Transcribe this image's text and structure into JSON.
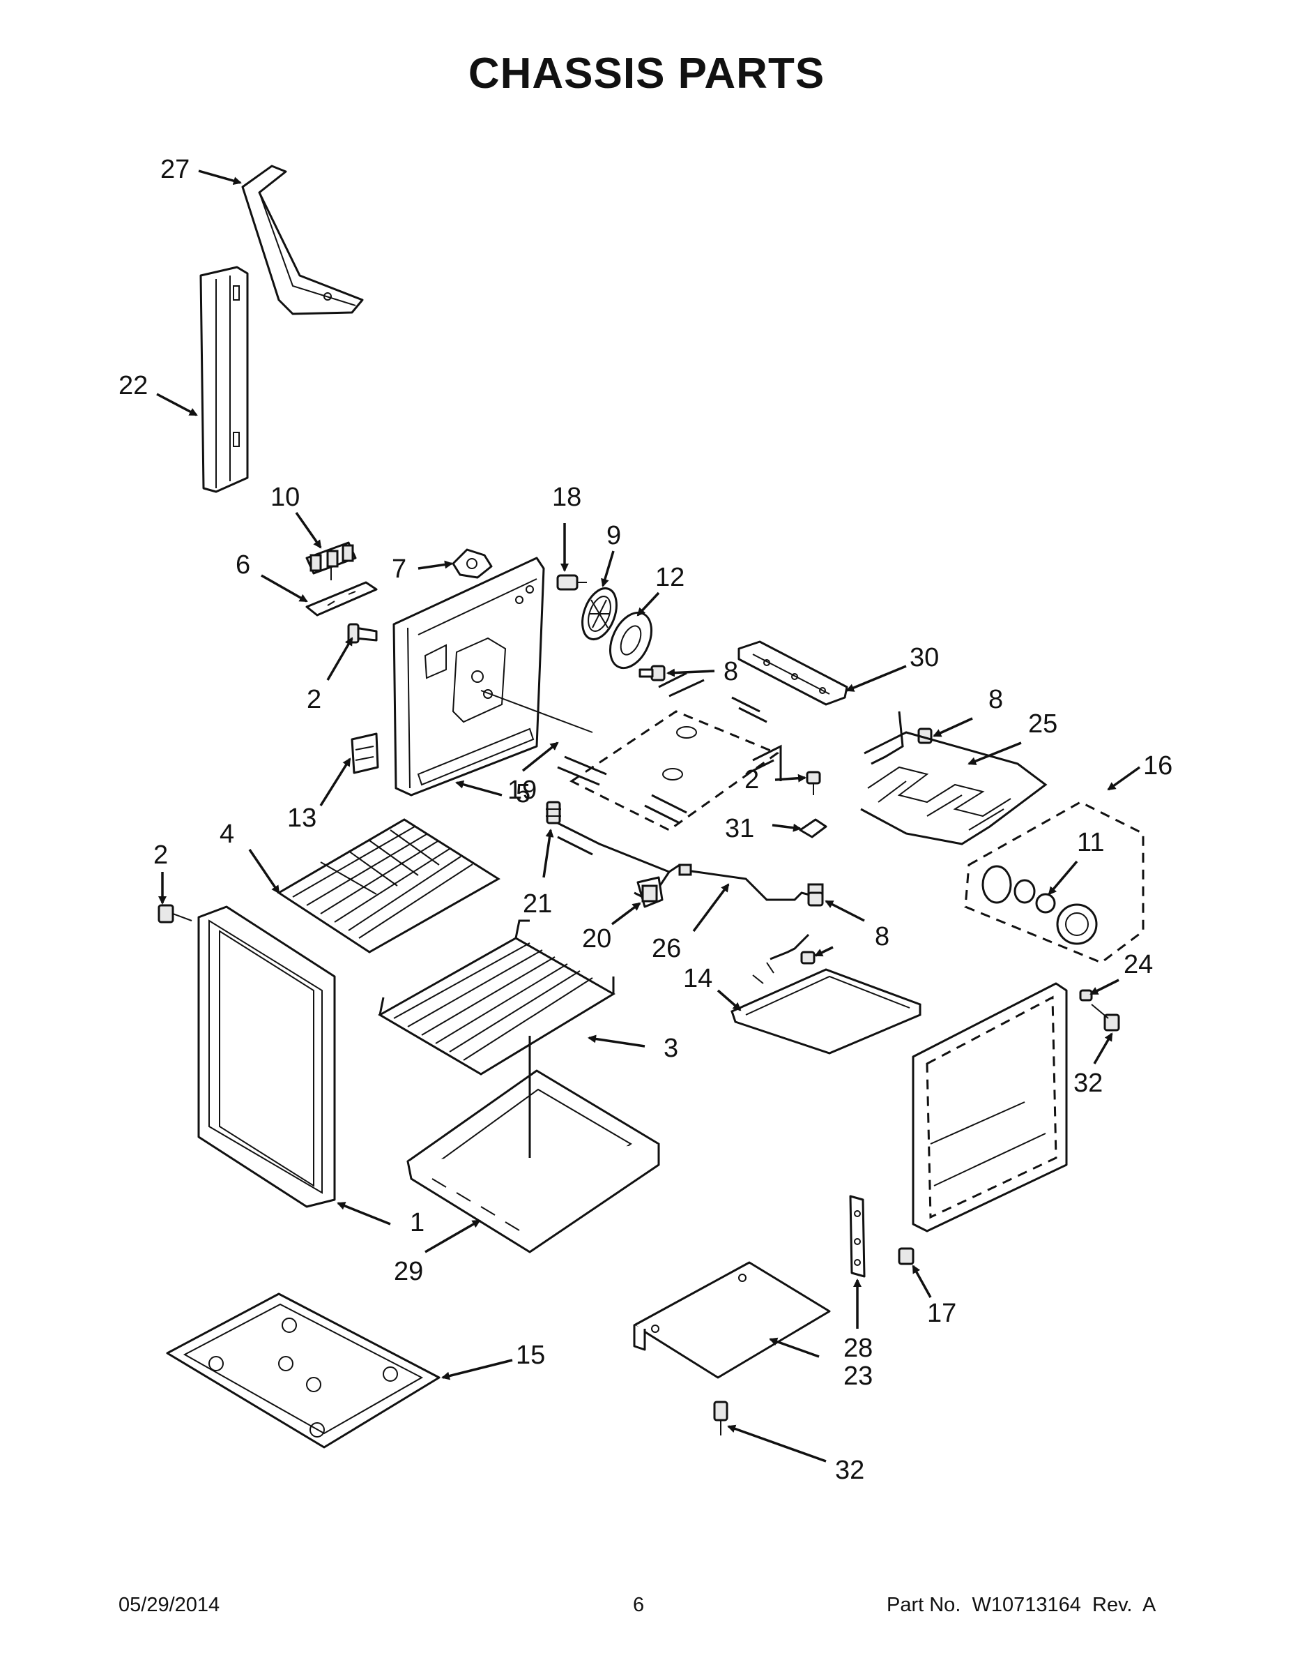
{
  "page": {
    "title": "CHASSIS PARTS",
    "footer": {
      "date": "05/29/2014",
      "page_number": "6",
      "part_number": "Part No.  W10713164  Rev.  A"
    }
  },
  "callouts": [
    {
      "id": "c27",
      "label": "27"
    },
    {
      "id": "c22",
      "label": "22"
    },
    {
      "id": "c10",
      "label": "10"
    },
    {
      "id": "c18",
      "label": "18"
    },
    {
      "id": "c9",
      "label": "9"
    },
    {
      "id": "c6",
      "label": "6"
    },
    {
      "id": "c7",
      "label": "7"
    },
    {
      "id": "c12",
      "label": "12"
    },
    {
      "id": "c8a",
      "label": "8"
    },
    {
      "id": "c30",
      "label": "30"
    },
    {
      "id": "c2a",
      "label": "2"
    },
    {
      "id": "c8b",
      "label": "8"
    },
    {
      "id": "c25",
      "label": "25"
    },
    {
      "id": "c16",
      "label": "16"
    },
    {
      "id": "c13",
      "label": "13"
    },
    {
      "id": "c19",
      "label": "19"
    },
    {
      "id": "c5",
      "label": "5"
    },
    {
      "id": "c2b",
      "label": "2"
    },
    {
      "id": "c11",
      "label": "11"
    },
    {
      "id": "c2c",
      "label": "2"
    },
    {
      "id": "c4",
      "label": "4"
    },
    {
      "id": "c31",
      "label": "31"
    },
    {
      "id": "c21",
      "label": "21"
    },
    {
      "id": "c20",
      "label": "20"
    },
    {
      "id": "c26",
      "label": "26"
    },
    {
      "id": "c8c",
      "label": "8"
    },
    {
      "id": "c24",
      "label": "24"
    },
    {
      "id": "c14",
      "label": "14"
    },
    {
      "id": "c3",
      "label": "3"
    },
    {
      "id": "c32a",
      "label": "32"
    },
    {
      "id": "c1",
      "label": "1"
    },
    {
      "id": "c29",
      "label": "29"
    },
    {
      "id": "c17",
      "label": "17"
    },
    {
      "id": "c15",
      "label": "15"
    },
    {
      "id": "c28",
      "label": "28"
    },
    {
      "id": "c23",
      "label": "23"
    },
    {
      "id": "c32b",
      "label": "32"
    }
  ]
}
